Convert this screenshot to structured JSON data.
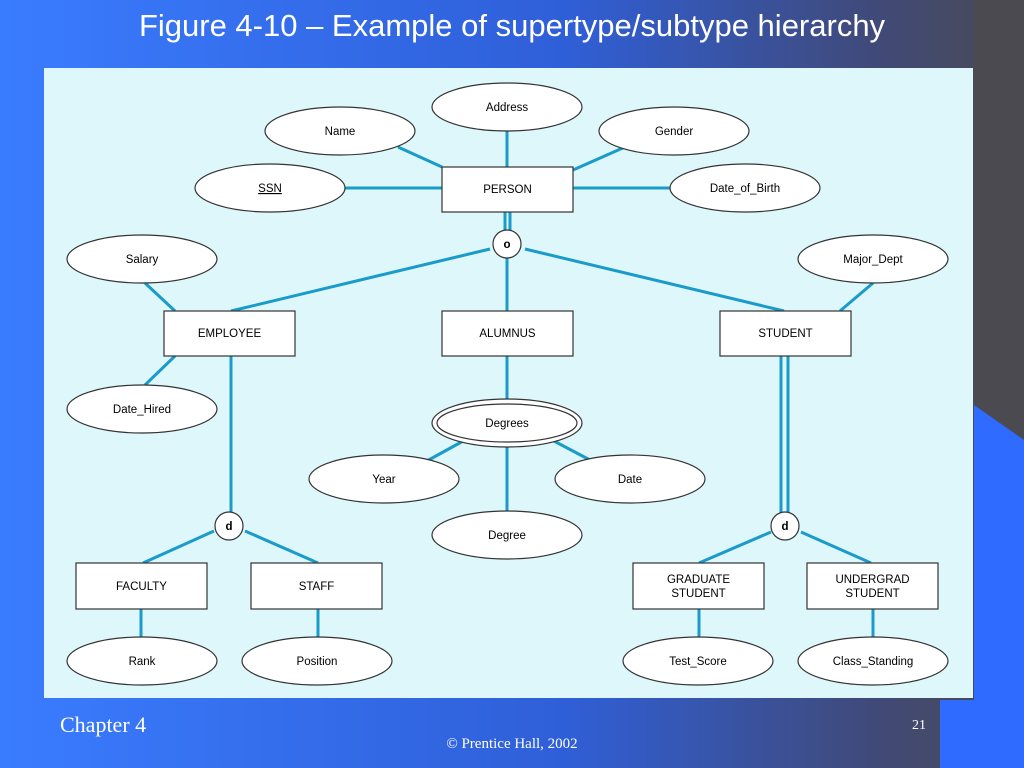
{
  "slide": {
    "title": "Figure 4-10 – Example of supertype/subtype hierarchy",
    "chapter": "Chapter 4",
    "copyright": "© Prentice Hall, 2002",
    "page_number": "21"
  },
  "colors": {
    "background": "#3a7cff",
    "diagram_background": "#ddf7fb",
    "connector": "#1a9bc9"
  },
  "diagram": {
    "entities": {
      "person": "PERSON",
      "employee": "EMPLOYEE",
      "alumnus": "ALUMNUS",
      "student": "STUDENT",
      "faculty": "FACULTY",
      "staff": "STAFF",
      "graduate_student": [
        "GRADUATE",
        "STUDENT"
      ],
      "undergrad_student": [
        "UNDERGRAD",
        "STUDENT"
      ]
    },
    "attributes": {
      "address": "Address",
      "name": "Name",
      "gender": "Gender",
      "ssn": "SSN",
      "date_of_birth": "Date_of_Birth",
      "salary": "Salary",
      "major_dept": "Major_Dept",
      "date_hired": "Date_Hired",
      "degrees": "Degrees",
      "year": "Year",
      "date": "Date",
      "degree": "Degree",
      "rank": "Rank",
      "position": "Position",
      "test_score": "Test_Score",
      "class_standing": "Class_Standing"
    },
    "constraints": {
      "person_overlap": "o",
      "employee_disjoint": "d",
      "student_disjoint": "d"
    }
  }
}
